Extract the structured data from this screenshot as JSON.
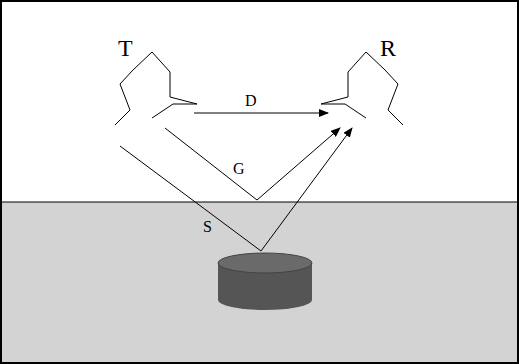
{
  "diagram": {
    "nodes": [
      {
        "text": [
          "T"
        ]
      },
      {
        "text": [
          "R"
        ]
      }
    ],
    "edges": [
      {
        "from": 0,
        "to": 1,
        "arrow": "to",
        "label": "D"
      }
    ],
    "labels": [
      "G",
      "S"
    ]
  }
}
